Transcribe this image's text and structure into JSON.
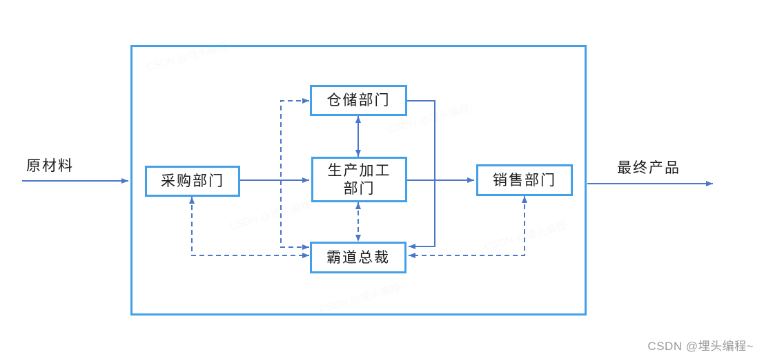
{
  "diagram": {
    "type": "flow-diagram",
    "description": "Material flow through company departments inside a system boundary, coordinated by the CEO"
  },
  "labels": {
    "input": "原材料",
    "output": "最终产品"
  },
  "nodes": {
    "purchasing": {
      "label": "采购部门"
    },
    "warehouse": {
      "label": "仓储部门"
    },
    "production": {
      "label_line1": "生产加工",
      "label_line2": "部门"
    },
    "ceo": {
      "label": "霸道总裁"
    },
    "sales": {
      "label": "销售部门"
    }
  },
  "edges": [
    {
      "from": "原材料",
      "to": "系统边界",
      "style": "solid",
      "arrows": "forward"
    },
    {
      "from": "采购部门",
      "to": "生产加工部门",
      "style": "solid",
      "arrows": "forward"
    },
    {
      "from": "生产加工部门",
      "to": "销售部门",
      "style": "solid",
      "arrows": "forward"
    },
    {
      "from": "系统边界",
      "to": "最终产品",
      "style": "solid",
      "arrows": "forward"
    },
    {
      "from": "仓储部门",
      "to": "生产加工部门",
      "style": "solid",
      "arrows": "both"
    },
    {
      "from": "仓储部门",
      "to": "霸道总裁",
      "style": "solid",
      "arrows": "forward"
    },
    {
      "from": "生产加工部门",
      "to": "霸道总裁",
      "style": "dashed",
      "arrows": "both"
    },
    {
      "from": "采购部门",
      "to": "霸道总裁",
      "style": "dashed",
      "arrows": "both"
    },
    {
      "from": "销售部门",
      "to": "霸道总裁",
      "style": "dashed",
      "arrows": "both"
    },
    {
      "from": "霸道总裁",
      "to": "仓储部门",
      "style": "dashed",
      "arrows": "both"
    }
  ],
  "watermark": {
    "text": "CSDN @埋头编程~"
  },
  "colors": {
    "box_border": "#41a0e8",
    "connector": "#4a77c8",
    "text": "#1c1c1c",
    "watermark": "#9b9b9b",
    "background": "#ffffff"
  }
}
